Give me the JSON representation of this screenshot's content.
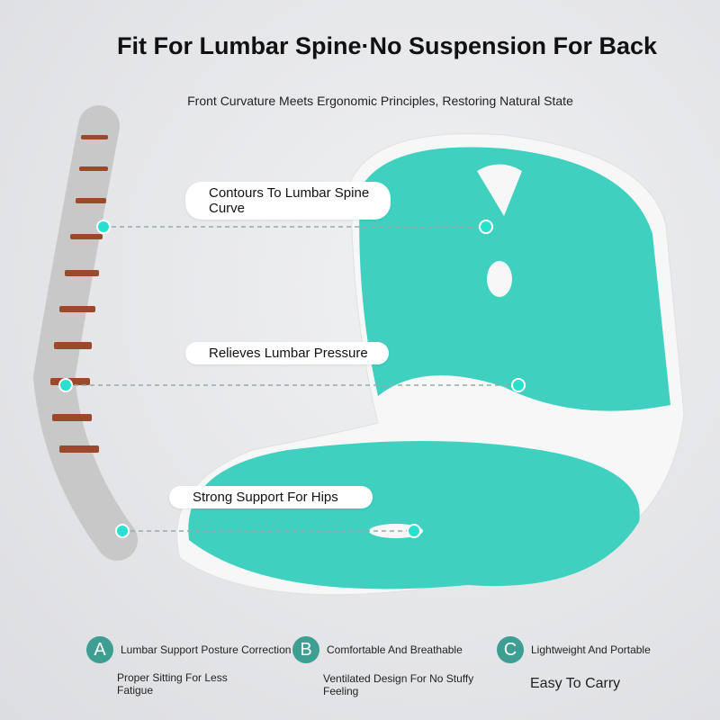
{
  "title": "Fit For Lumbar Spine·No Suspension For Back",
  "subtitle": "Front Curvature Meets Ergonomic Principles, Restoring Natural State",
  "callouts": [
    {
      "text": "Contours To Lumbar Spine Curve"
    },
    {
      "text": "Relieves Lumbar Pressure"
    },
    {
      "text": "Strong Support For Hips"
    }
  ],
  "features": [
    {
      "badge": "A",
      "title": "Lumbar Support Posture Correction",
      "desc": "Proper Sitting For Less Fatigue"
    },
    {
      "badge": "B",
      "title": "Comfortable And Breathable",
      "desc": "Ventilated Design For No Stuffy Feeling"
    },
    {
      "badge": "C",
      "title": "Lightweight And Portable",
      "desc": "Easy To Carry"
    }
  ],
  "colors": {
    "accent": "#3e9e91",
    "cushion": "#3fd0c0",
    "dot": "#28e0d0"
  }
}
